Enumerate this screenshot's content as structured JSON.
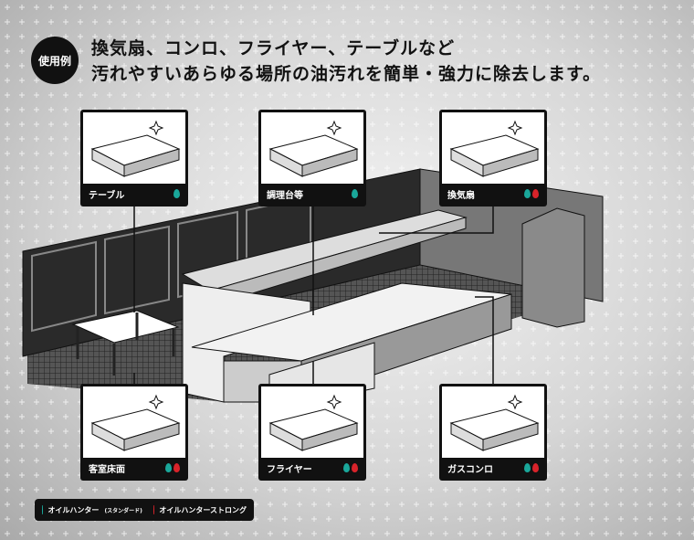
{
  "header": {
    "badge": "使用例",
    "line1": "換気扇、コンロ、フライヤー、テーブルなど",
    "line2": "汚れやすいあらゆる場所の油汚れを簡単・強力に除去します。"
  },
  "colors": {
    "standard": "#1aa79a",
    "strong": "#d8232a"
  },
  "panels": [
    {
      "label": "テーブル",
      "drops": [
        "standard"
      ]
    },
    {
      "label": "調理台等",
      "drops": [
        "standard"
      ]
    },
    {
      "label": "換気扇",
      "drops": [
        "standard",
        "strong"
      ]
    },
    {
      "label": "客室床面",
      "drops": [
        "standard",
        "strong"
      ]
    },
    {
      "label": "フライヤー",
      "drops": [
        "standard",
        "strong"
      ]
    },
    {
      "label": "ガスコンロ",
      "drops": [
        "standard",
        "strong"
      ]
    }
  ],
  "legend": {
    "standard_label": "オイルハンター",
    "standard_sub": "(スタンダード)",
    "strong_label": "オイルハンターストロング"
  }
}
